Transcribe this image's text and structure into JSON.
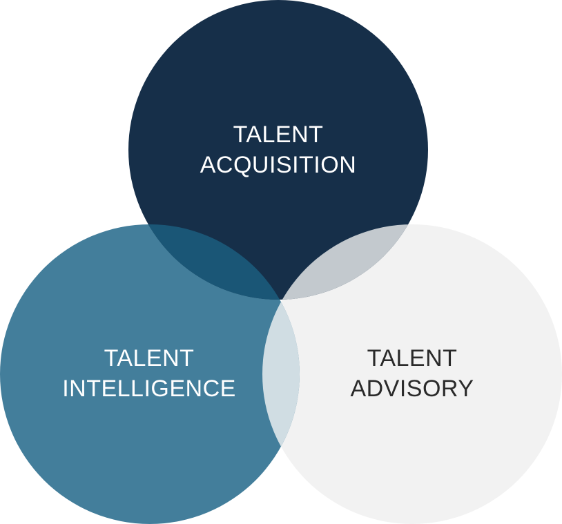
{
  "circles": [
    {
      "id": "acquisition",
      "line1": "TALENT",
      "line2": "ACQUISITION",
      "fill": "#162f49"
    },
    {
      "id": "intelligence",
      "line1": "TALENT",
      "line2": "INTELLIGENCE",
      "fill": "#437e9b"
    },
    {
      "id": "advisory",
      "line1": "TALENT",
      "line2": "ADVISORY",
      "fill": "#f2f2f2"
    }
  ],
  "overlaps": {
    "acquisition_intelligence": "#1a5676",
    "acquisition_advisory": "#c3c9ce",
    "intelligence_advisory": "#d0dde3"
  }
}
